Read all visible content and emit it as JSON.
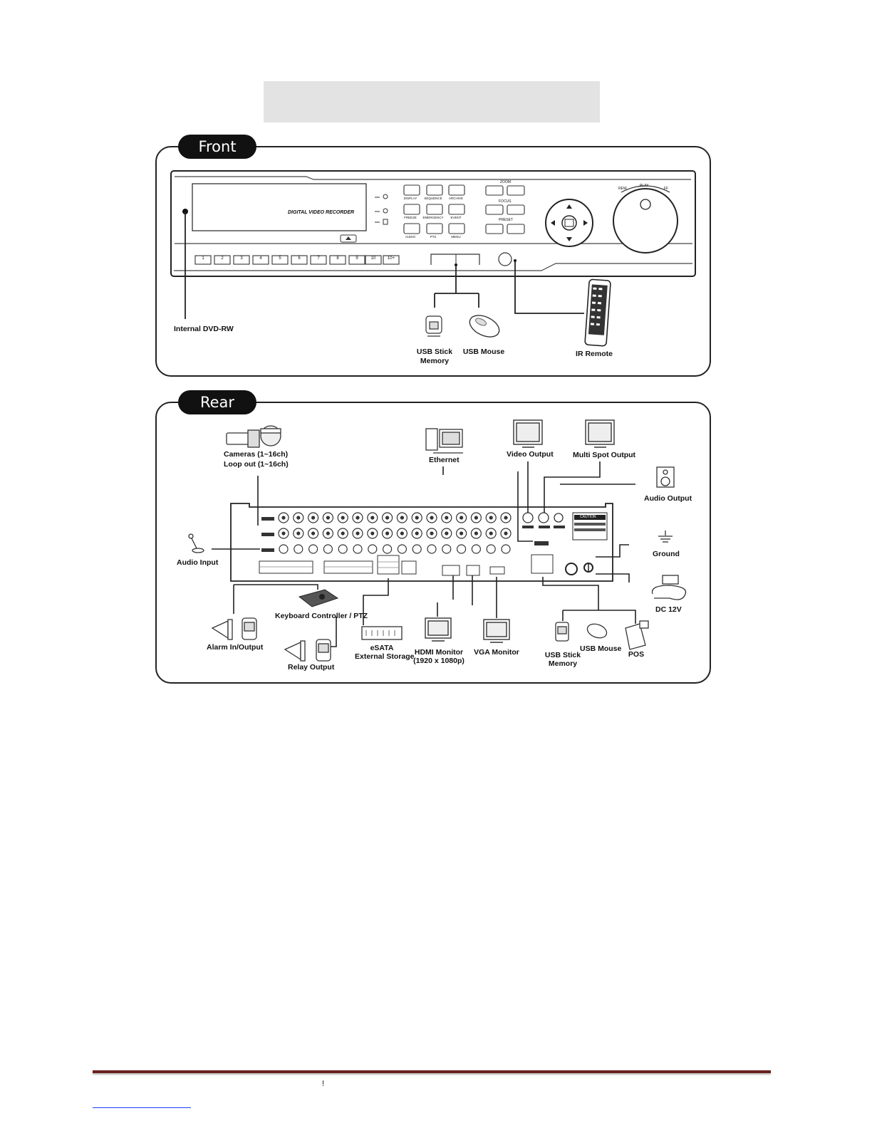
{
  "panels": {
    "front": {
      "tab": "Front",
      "device_text": "DIGITAL VIDEO RECORDER",
      "channel_buttons": [
        "1",
        "2",
        "3",
        "4",
        "5",
        "6",
        "7",
        "8",
        "9",
        "10",
        "10+"
      ],
      "control_buttons": [
        {
          "label": "DISPLAY",
          "icon": "display-icon"
        },
        {
          "label": "SEQUENCE",
          "icon": "sequence-icon"
        },
        {
          "label": "ARCHIVE",
          "icon": "archive-icon"
        },
        {
          "label": "FREEZE",
          "icon": "freeze-icon"
        },
        {
          "label": "EMERGENCY",
          "icon": "emergency-icon"
        },
        {
          "label": "EVENT",
          "icon": "event-icon"
        },
        {
          "label": "AUDIO",
          "icon": "audio-icon"
        },
        {
          "label": "PTZ",
          "icon": "ptz-icon"
        },
        {
          "label": "MENU",
          "icon": "menu-icon"
        }
      ],
      "ptz_group_labels": [
        "ZOOM",
        "FOCUS",
        "PRESET"
      ],
      "jog_labels": [
        "REW",
        "PLAY",
        "FF"
      ],
      "labels": {
        "dvd": "Internal DVD-RW",
        "usb_stick": "USB Stick\nMemory",
        "usb_mouse": "USB Mouse",
        "ir_remote": "IR Remote"
      }
    },
    "rear": {
      "tab": "Rear",
      "labels": {
        "cameras_line1": "Cameras (1~16ch)",
        "cameras_line2": "Loop out (1~16ch)",
        "ethernet": "Ethernet",
        "video_output": "Video Output",
        "multi_spot": "Multi Spot Output",
        "audio_output": "Audio Output",
        "audio_input": "Audio Input",
        "ground": "Ground",
        "dc12v": "DC 12V",
        "keyboard": "Keyboard Controller / PTZ",
        "alarm": "Alarm In/Output",
        "relay": "Relay Output",
        "esata_line1": "eSATA",
        "esata_line2": "External Storage",
        "hdmi_line1": "HDMI Monitor",
        "hdmi_line2": "(1920 x 1080p)",
        "vga": "VGA Monitor",
        "usb_stick_line1": "USB Stick",
        "usb_stick_line2": "Memory",
        "usb_mouse": "USB Mouse",
        "pos": "POS"
      },
      "caution_text": "CAUTION"
    }
  },
  "footer": {
    "mark": "!"
  }
}
